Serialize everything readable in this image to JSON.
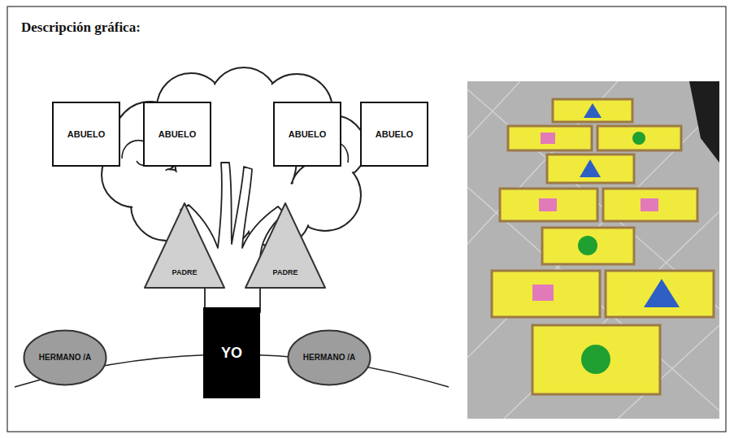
{
  "diagram": {
    "title": "Descripción gráfica:",
    "nodes": [
      {
        "text": [
          "ABUELO"
        ]
      },
      {
        "text": [
          "ABUELO"
        ]
      },
      {
        "text": [
          "ABUELO"
        ]
      },
      {
        "text": [
          "ABUELO"
        ]
      },
      {
        "text": [
          "PADRE"
        ]
      },
      {
        "text": [
          "PADRE"
        ]
      },
      {
        "text": [
          "HERMANO /A"
        ]
      },
      {
        "text": [
          "YO"
        ]
      },
      {
        "text": [
          "HERMANO /A"
        ]
      }
    ]
  }
}
